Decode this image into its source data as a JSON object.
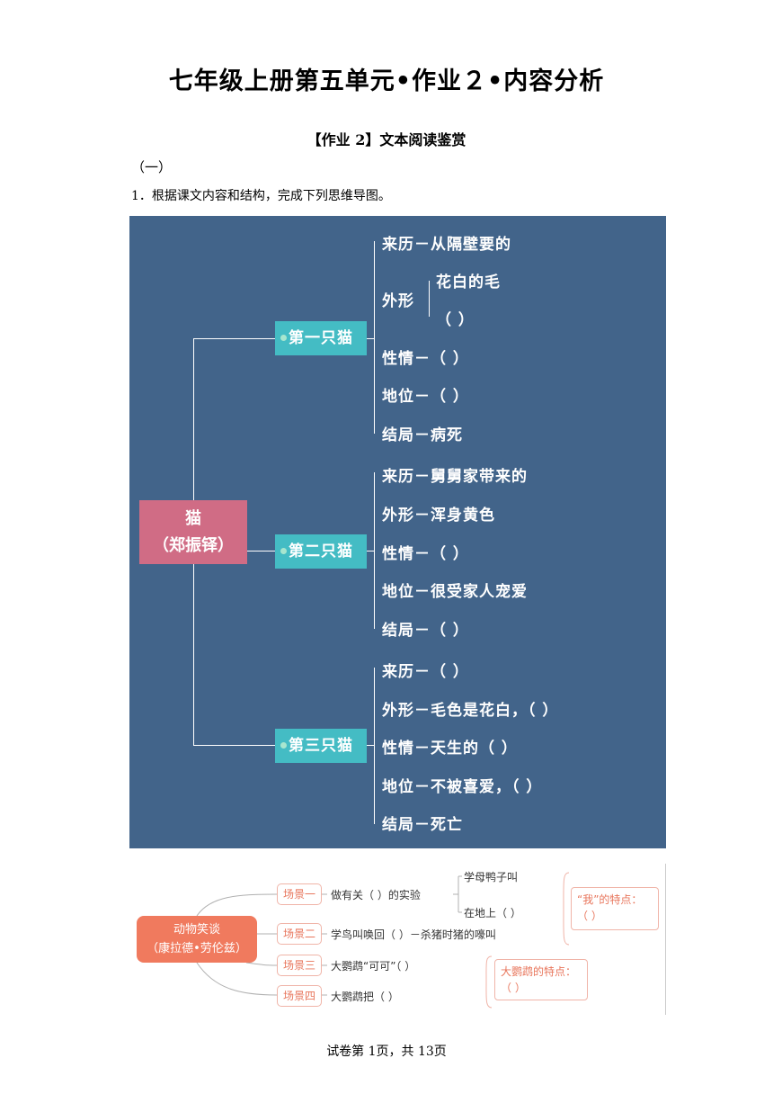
{
  "title": "七年级上册第五单元•作业２•内容分析",
  "section_title": "【作业 2】文本阅读鉴赏",
  "part_label": "（一）",
  "question": "1．根据课文内容和结构，完成下列思维导图。",
  "map1": {
    "root_line1": "猫",
    "root_line2": "（郑振铎）",
    "cats": [
      {
        "label": "第一只猫",
        "origin": "来历－从隔壁要的",
        "appearance_label": "外形",
        "appearance_1": "花白的毛",
        "appearance_2": "（            ）",
        "temper": "性情－（          ）",
        "status": "地位－（          ）",
        "ending": "结局－病死"
      },
      {
        "label": "第二只猫",
        "origin": "来历－舅舅家带来的",
        "appearance": "外形－浑身黄色",
        "temper": "性情－（                ）",
        "status": "地位－很受家人宠爱",
        "ending": "结局－（      ）"
      },
      {
        "label": "第三只猫",
        "origin": "来历－（        ）",
        "appearance": "外形－毛色是花白，（               ）",
        "temper": "性情－天生的（        ）",
        "status": "地位－不被喜爱，（          ）",
        "ending": "结局－死亡"
      }
    ]
  },
  "map2": {
    "root_line1": "动物笑谈",
    "root_line2": "（康拉德•劳伦兹）",
    "scenes": [
      {
        "label": "场景一",
        "text": "做有关（        ）的实验",
        "branch_1": "学母鸭子叫",
        "branch_2": "在地上（      ）"
      },
      {
        "label": "场景二",
        "text": "学鸟叫唤回（              ）－杀猪时猪的嚎叫"
      },
      {
        "label": "场景三",
        "text": "大鹦鹉“可可”（            ）"
      },
      {
        "label": "场景四",
        "text": "大鹦鹉把（                ）"
      }
    ],
    "me_trait_label": "“我”的特点：",
    "me_trait_blank": "（                    ）",
    "parrot_trait_label": "大鹦鹉的特点：",
    "parrot_trait_blank": "（                    ）"
  },
  "footer": "试卷第 1页，共 13页"
}
